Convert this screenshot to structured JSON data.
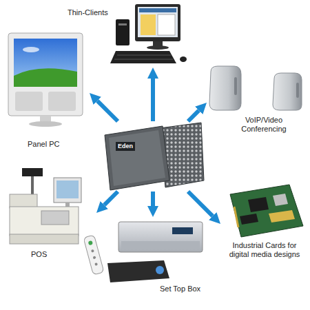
{
  "diagram": {
    "nodes": [
      {
        "text": [
          "Thin-Clients"
        ]
      },
      {
        "text": [
          "Panel PC"
        ]
      },
      {
        "text": [
          "VoIP/Video Conferencing"
        ]
      },
      {
        "text": [
          "Eden"
        ]
      },
      {
        "text": [
          "POS"
        ]
      },
      {
        "text": [
          "Industrial Cards for digital media designs"
        ]
      },
      {
        "text": [
          "Set Top Box"
        ]
      }
    ],
    "edges": [
      {
        "from": 3,
        "to": 0,
        "arrow": "to"
      },
      {
        "from": 3,
        "to": 2,
        "arrow": "to"
      },
      {
        "from": 3,
        "to": 5,
        "arrow": "to"
      },
      {
        "from": 3,
        "to": 6,
        "arrow": "to"
      },
      {
        "from": 3,
        "to": 4,
        "arrow": "to"
      },
      {
        "from": 3,
        "to": 1,
        "arrow": "to"
      }
    ]
  }
}
